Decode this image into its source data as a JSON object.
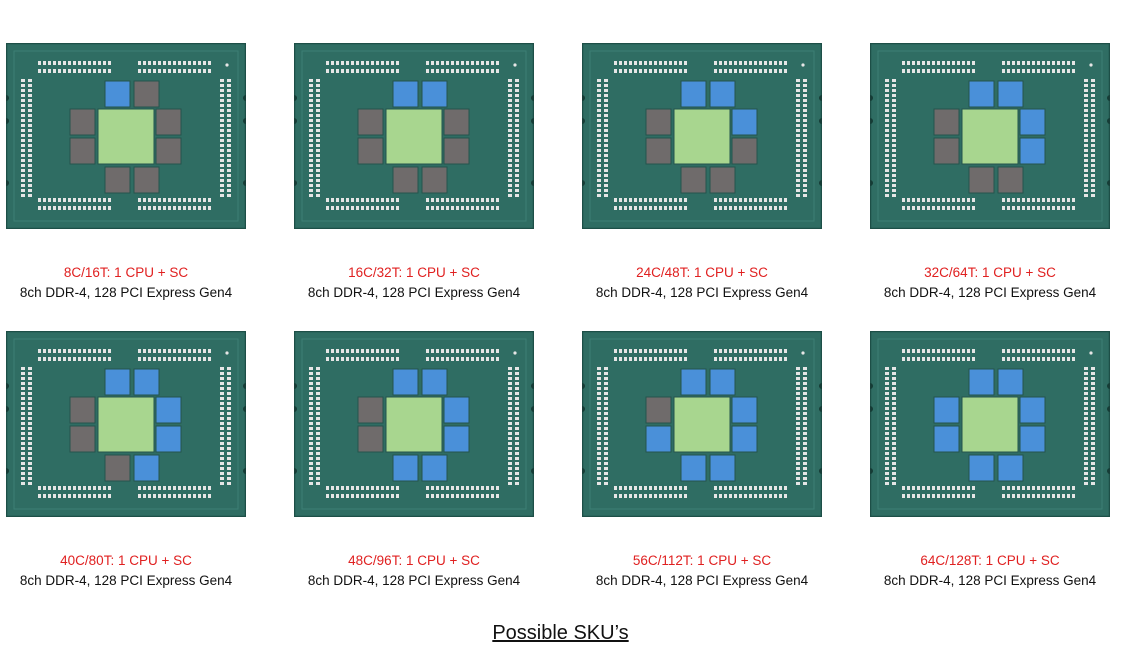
{
  "colors": {
    "package": "#2f6d63",
    "cpu_die": "#4a90d9",
    "dummy_die": "#6f6b6b",
    "io_die": "#a8d68f",
    "spec_red": "#e02020"
  },
  "skus": [
    {
      "title": "8C/16T: 1 CPU + SC",
      "spec": "8ch DDR-4, 128 PCI Express Gen4",
      "active_dies": [
        "tl"
      ]
    },
    {
      "title": "16C/32T: 1 CPU + SC",
      "spec": "8ch DDR-4, 128 PCI Express Gen4",
      "active_dies": [
        "tl",
        "tr"
      ]
    },
    {
      "title": "24C/48T: 1 CPU + SC",
      "spec": "8ch DDR-4, 128 PCI Express Gen4",
      "active_dies": [
        "tl",
        "tr",
        "rt"
      ]
    },
    {
      "title": "32C/64T: 1 CPU + SC",
      "spec": "8ch DDR-4, 128 PCI Express Gen4",
      "active_dies": [
        "tl",
        "tr",
        "rt",
        "rb"
      ]
    },
    {
      "title": "40C/80T: 1 CPU + SC",
      "spec": "8ch DDR-4, 128 PCI Express Gen4",
      "active_dies": [
        "tl",
        "tr",
        "rt",
        "rb",
        "br"
      ]
    },
    {
      "title": "48C/96T: 1 CPU + SC",
      "spec": "8ch DDR-4, 128 PCI Express Gen4",
      "active_dies": [
        "tl",
        "tr",
        "rt",
        "rb",
        "bl",
        "br"
      ]
    },
    {
      "title": "56C/112T: 1 CPU + SC",
      "spec": "8ch DDR-4, 128 PCI Express Gen4",
      "active_dies": [
        "tl",
        "tr",
        "rt",
        "rb",
        "bl",
        "br",
        "lb"
      ]
    },
    {
      "title": "64C/128T: 1 CPU + SC",
      "spec": "8ch DDR-4, 128 PCI Express Gen4",
      "active_dies": [
        "tl",
        "tr",
        "rt",
        "rb",
        "bl",
        "br",
        "lt",
        "lb"
      ]
    }
  ],
  "footer": "Possible SKU’s"
}
